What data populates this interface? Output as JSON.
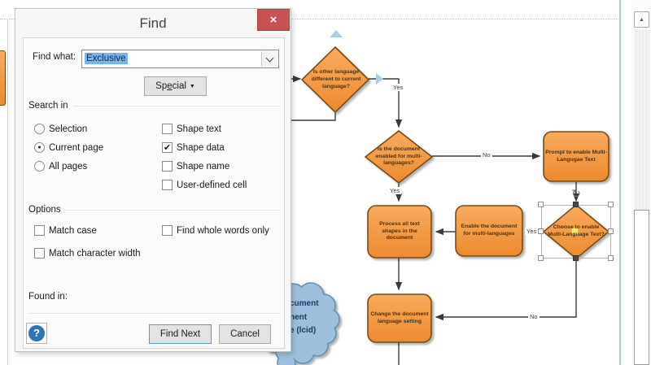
{
  "dialog": {
    "title": "Find",
    "close_glyph": "×",
    "find_what_label": "Find what:",
    "find_what_value": "Exclusive",
    "special_button": {
      "pre": "Sp",
      "accesskey": "e",
      "post": "cial",
      "arrow": "▼"
    },
    "search_in": {
      "label": "Search in",
      "radios": [
        {
          "label": "Selection",
          "mark": ""
        },
        {
          "label": "Current page",
          "mark": "●"
        },
        {
          "label": "All pages",
          "mark": ""
        }
      ],
      "checkboxes": [
        {
          "label": "Shape text",
          "mark": ""
        },
        {
          "label": "Shape data",
          "mark": "✔"
        },
        {
          "label": "Shape name",
          "mark": ""
        },
        {
          "label": "User-defined cell",
          "mark": ""
        }
      ]
    },
    "options": {
      "label": "Options",
      "checkboxes": [
        {
          "label": "Match case",
          "mark": ""
        },
        {
          "label": "Find whole words only",
          "mark": ""
        },
        {
          "label": "Match character width",
          "mark": ""
        }
      ]
    },
    "found_in_label": "Found in:",
    "help_glyph": "?",
    "find_next_label": "Find Next",
    "cancel_label": "Cancel"
  },
  "canvas": {
    "shapes": {
      "diamond_other_language": "Is other language different to current language?",
      "diamond_doc_enabled": "Is the document enabled for multi-languages?",
      "diamond_choose_enable": "Choose to enable Multi-Language Text?",
      "box_prompt_enable": "Prompt to enable Multi-Langugae Text",
      "box_process_text": "Process all text shapes in the document",
      "box_enable_doc": "Enable the document for multi-languages",
      "box_change_setting": "Change the document language setting",
      "cloud_fragment_1": "cument",
      "cloud_fragment_2": "nent",
      "cloud_fragment_3": "e (lcid)"
    },
    "connector_labels": {
      "yes_top": "Yes",
      "no_doc_enabled": "No",
      "yes_doc_enabled": "Yes",
      "yes_choose": "Yes",
      "no_choose": "No"
    },
    "glyphs": {
      "rotate_handle": "↻",
      "scroll_up": "▲"
    },
    "colors": {
      "shape_fill_top": "#f8ab5e",
      "shape_fill_bottom": "#ed8a2e",
      "shape_border": "#7a4a12",
      "connector": "#3a3a3a",
      "close_red": "#c75050",
      "selection_blue": "#7ab4e8",
      "cloud_fill": "#9cc0dd",
      "cloud_border": "#5f8fb4"
    }
  }
}
